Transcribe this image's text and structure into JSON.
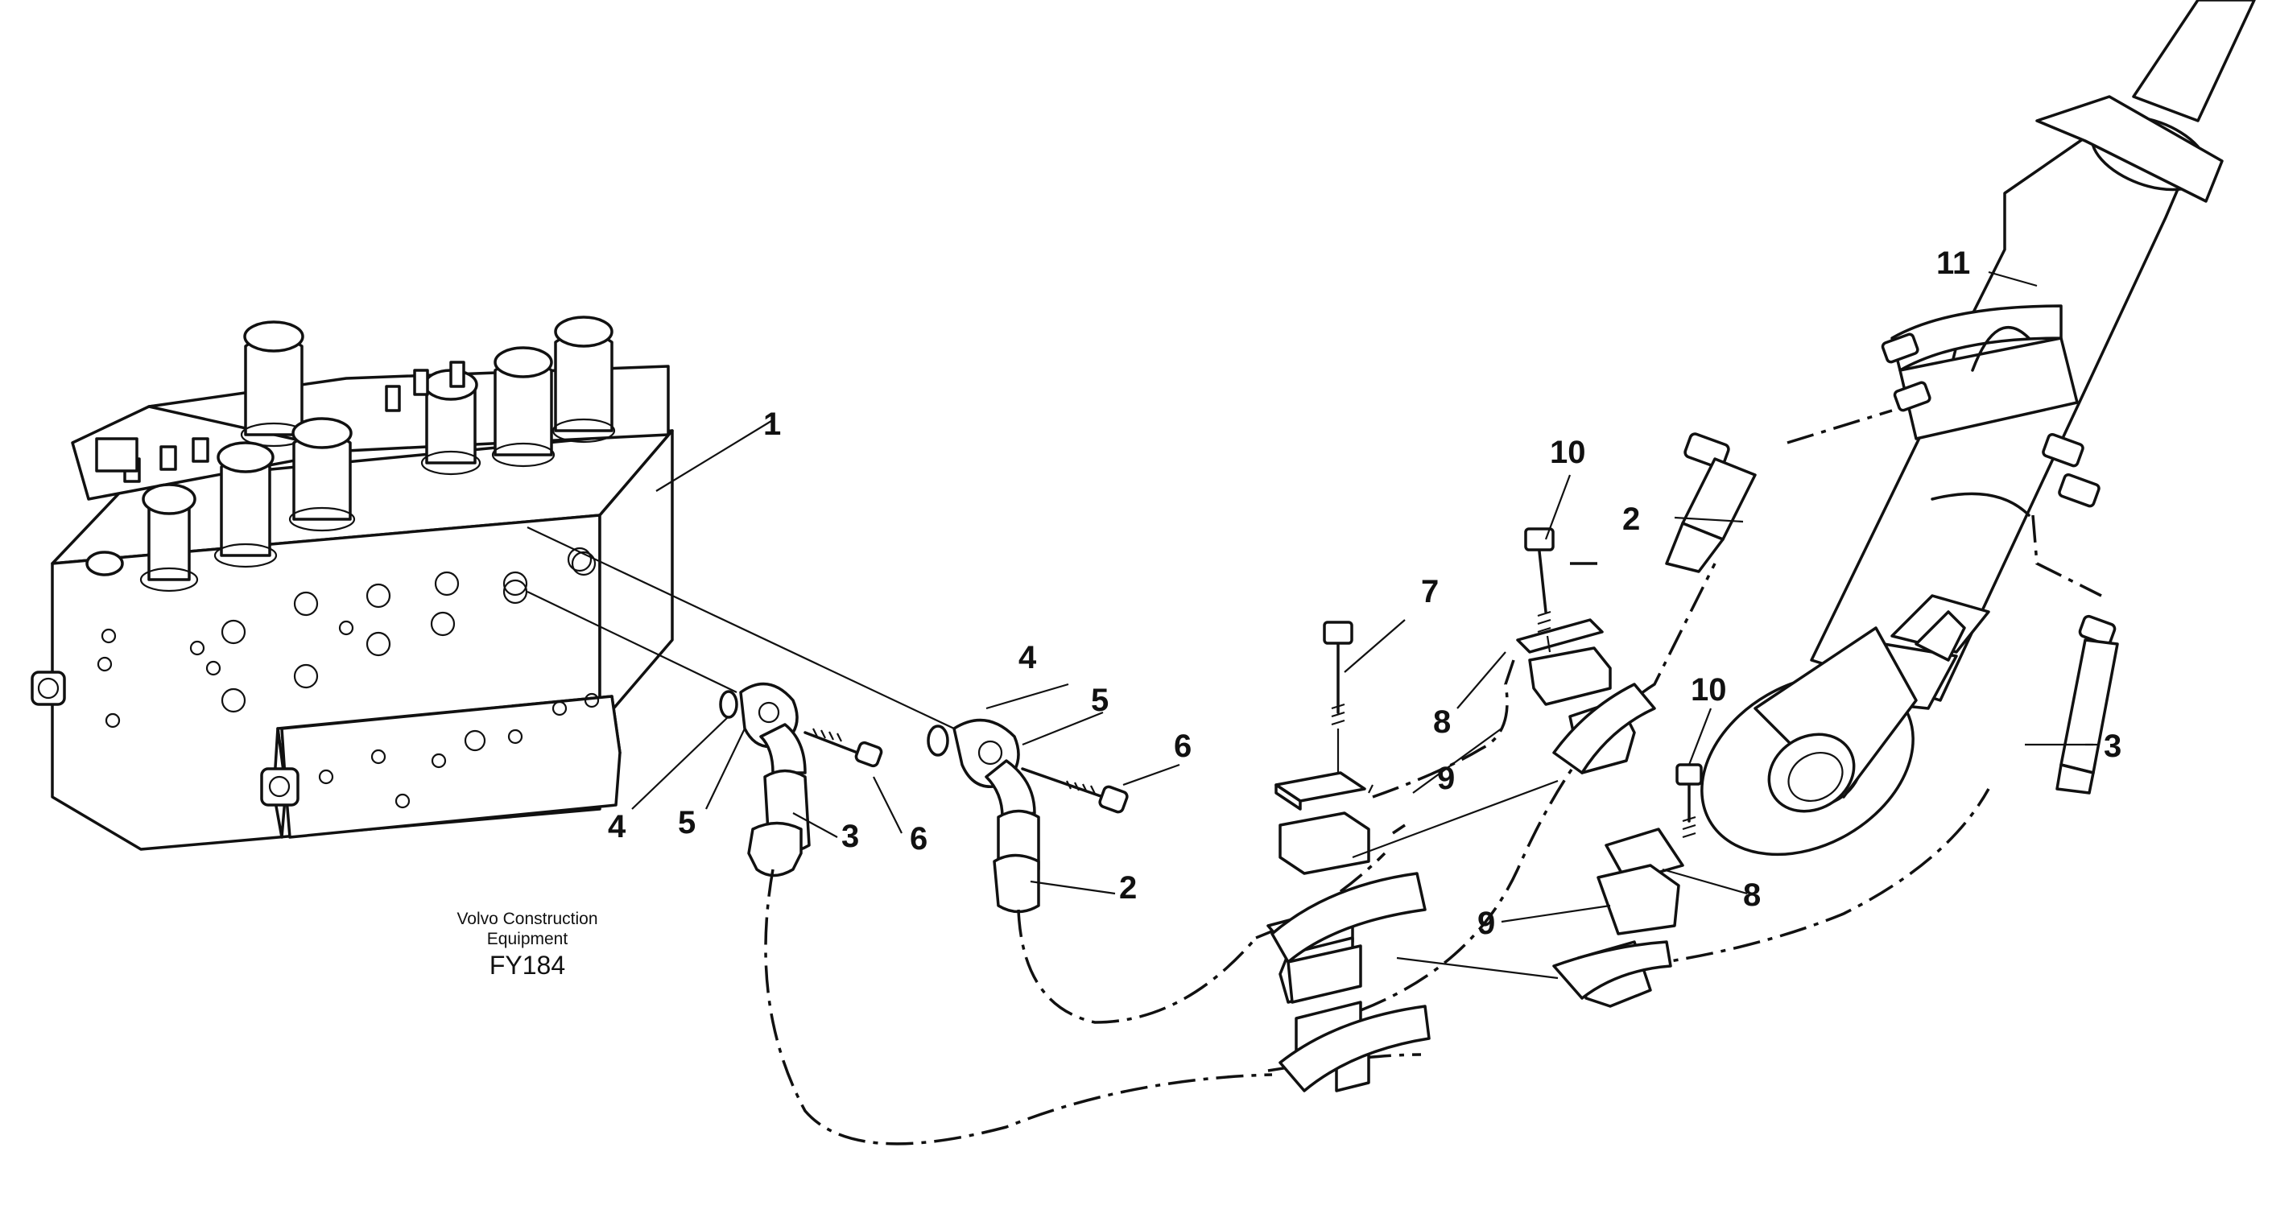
{
  "caption": {
    "line1": "Volvo Construction",
    "line2": "Equipment",
    "code": "FY184"
  },
  "callouts": {
    "c1": "1",
    "c2a": "2",
    "c2b": "2",
    "c3a": "3",
    "c3b": "3",
    "c4a": "4",
    "c4b": "4",
    "c5a": "5",
    "c5b": "5",
    "c6a": "6",
    "c6b": "6",
    "c7": "7",
    "c8a": "8",
    "c8b": "8",
    "c9a": "9",
    "c9b": "9",
    "c10a": "10",
    "c10b": "10",
    "c11": "11"
  }
}
